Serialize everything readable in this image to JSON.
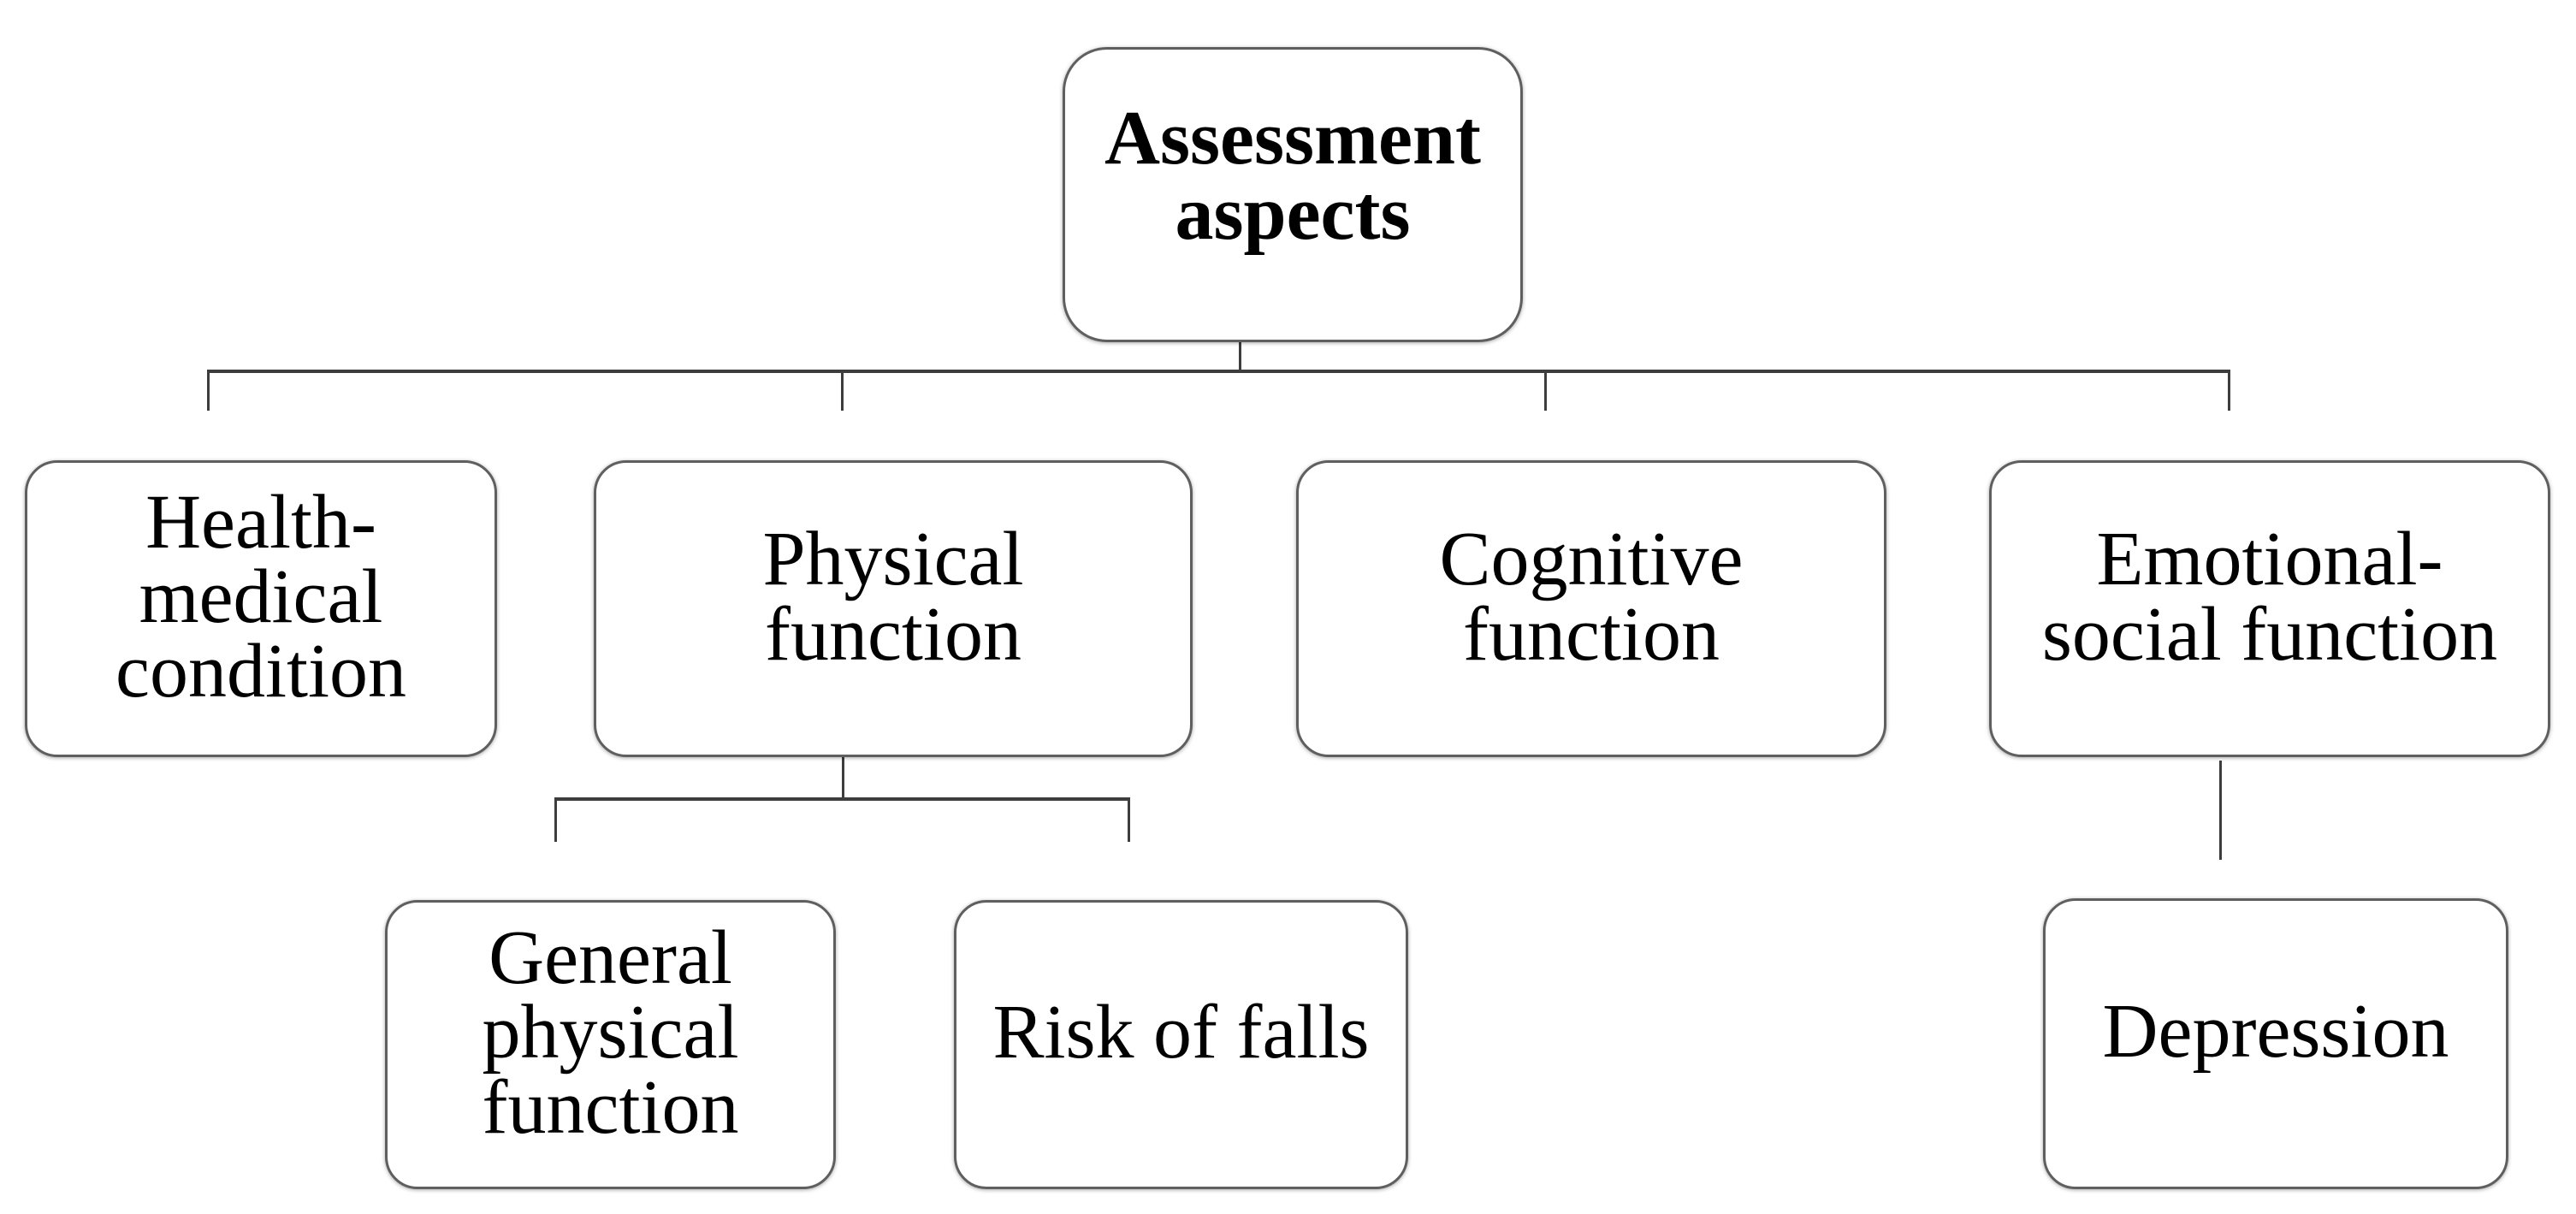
{
  "figure": {
    "type": "hierarchy-diagram",
    "background": "#ffffff",
    "colors": {
      "box_border": "#5f5f5f",
      "connector": "#3d3d3d",
      "text": "#000000",
      "box_fill": "#ffffff"
    },
    "nodes": {
      "root": {
        "label": "Assessment\naspects"
      },
      "health": {
        "label": "Health-\nmedical\ncondition"
      },
      "physical": {
        "label": "Physical\nfunction"
      },
      "cognitive": {
        "label": "Cognitive\nfunction"
      },
      "emotional": {
        "label": "Emotional-\nsocial function"
      },
      "general_physical": {
        "label": "General\nphysical\nfunction"
      },
      "risk_of_falls": {
        "label": "Risk of falls"
      },
      "depression": {
        "label": "Depression"
      }
    },
    "edges": [
      {
        "from": "root",
        "to": "health"
      },
      {
        "from": "root",
        "to": "physical"
      },
      {
        "from": "root",
        "to": "cognitive"
      },
      {
        "from": "root",
        "to": "emotional"
      },
      {
        "from": "physical",
        "to": "general_physical"
      },
      {
        "from": "physical",
        "to": "risk_of_falls"
      },
      {
        "from": "emotional",
        "to": "depression"
      }
    ]
  }
}
